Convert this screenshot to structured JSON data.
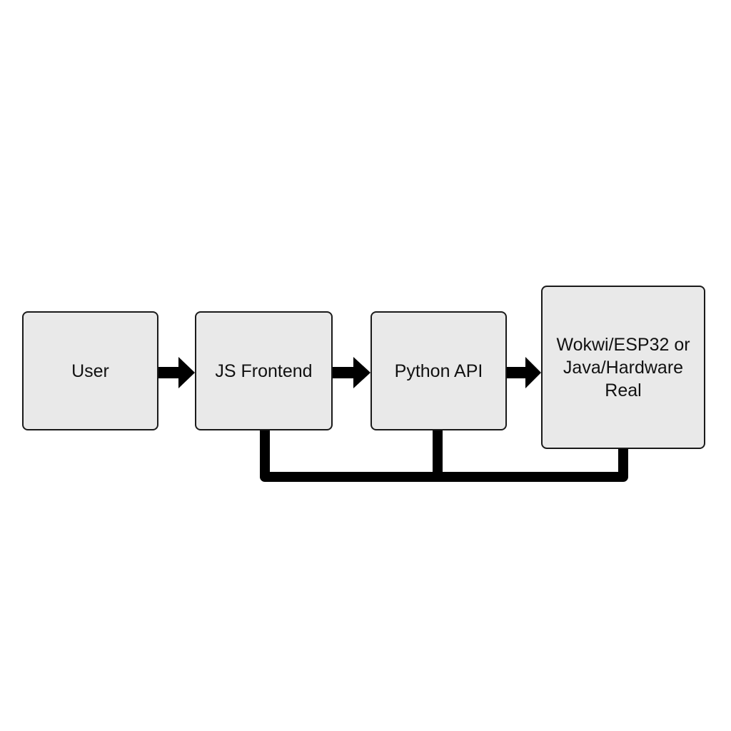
{
  "diagram": {
    "nodes": [
      {
        "id": "user",
        "label": "User"
      },
      {
        "id": "js_frontend",
        "label": "JS Frontend"
      },
      {
        "id": "python_api",
        "label": "Python API"
      },
      {
        "id": "hardware",
        "label": "Wokwi/ESP32 or Java/Hardware Real"
      }
    ],
    "edges": [
      {
        "from": "user",
        "to": "js_frontend",
        "style": "arrow"
      },
      {
        "from": "js_frontend",
        "to": "python_api",
        "style": "arrow"
      },
      {
        "from": "python_api",
        "to": "hardware",
        "style": "arrow"
      },
      {
        "connects": [
          "js_frontend",
          "python_api",
          "hardware"
        ],
        "style": "bottom-bus"
      }
    ],
    "colors": {
      "background": "#ffffff",
      "node_fill": "#e9e9e9",
      "node_border": "#1a1a1a",
      "line": "#000000",
      "text": "#111111"
    }
  }
}
